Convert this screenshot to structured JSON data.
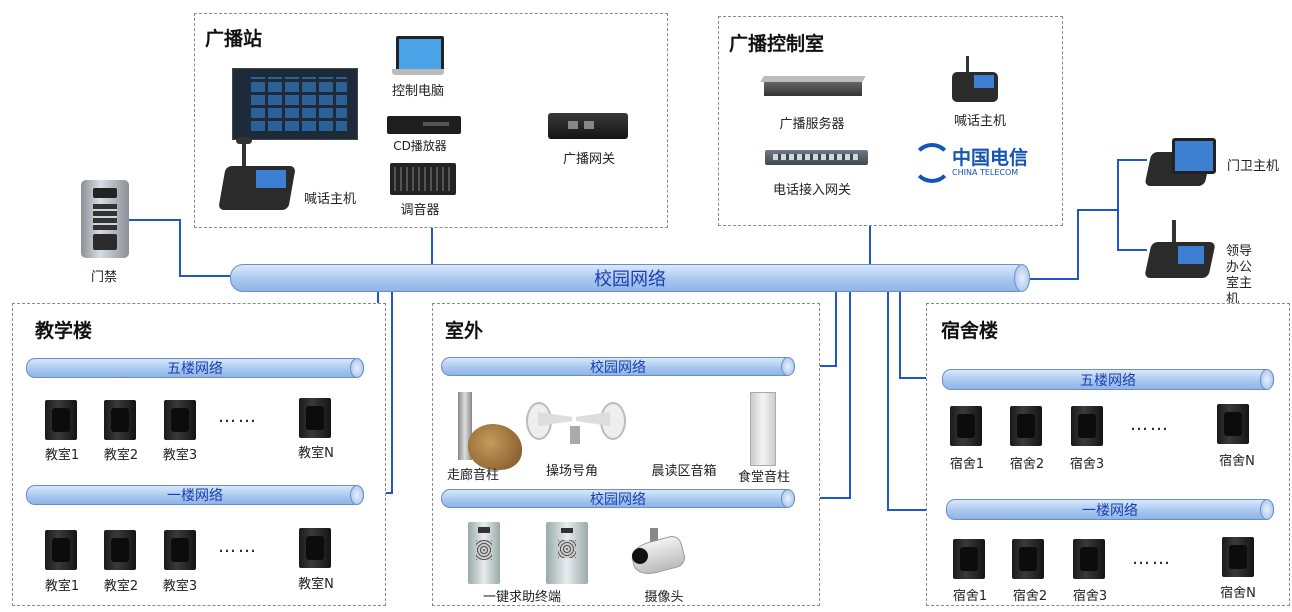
{
  "network_main": "校园网络",
  "door_access": {
    "label": "门禁"
  },
  "broadcast_station": {
    "title": "广播站",
    "devices": {
      "control_pc": "控制电脑",
      "cd_player": "CD播放器",
      "mixer": "调音器",
      "intercom": "喊话主机",
      "gateway": "广播网关"
    }
  },
  "control_room": {
    "title": "广播控制室",
    "devices": {
      "server": "广播服务器",
      "intercom": "喊话主机",
      "phone_gateway": "电话接入网关",
      "telecom_cn": "中国电信",
      "telecom_en": "CHINA TELECOM"
    }
  },
  "right_hosts": {
    "guard": "门卫主机",
    "leader": "领导办公室主机"
  },
  "teaching": {
    "title": "教学楼",
    "net5": "五楼网络",
    "net1": "一楼网络",
    "rooms_top": [
      "教室1",
      "教室2",
      "教室3",
      "教室N"
    ],
    "rooms_bottom": [
      "教室1",
      "教室2",
      "教室3",
      "教室N"
    ],
    "dots": "……"
  },
  "outdoor": {
    "title": "室外",
    "net_a": "校园网络",
    "net_b": "校园网络",
    "devices": {
      "corridor": "走廊音柱",
      "horn": "操场号角",
      "morning": "晨读区音箱",
      "canteen": "食堂音柱",
      "sos": "一键求助终端",
      "camera": "摄像头"
    }
  },
  "dorm": {
    "title": "宿舍楼",
    "net5": "五楼网络",
    "net1": "一楼网络",
    "rooms_top": [
      "宿舍1",
      "宿舍2",
      "宿舍3",
      "宿舍N"
    ],
    "rooms_bottom": [
      "宿舍1",
      "宿舍2",
      "宿舍3",
      "宿舍N"
    ],
    "dots": "……"
  },
  "colors": {
    "network_line": "#2255cc",
    "audio_line": "#f5c12e",
    "pipe": "#a9c8f0",
    "pipe_text": "#1a3fb0"
  }
}
